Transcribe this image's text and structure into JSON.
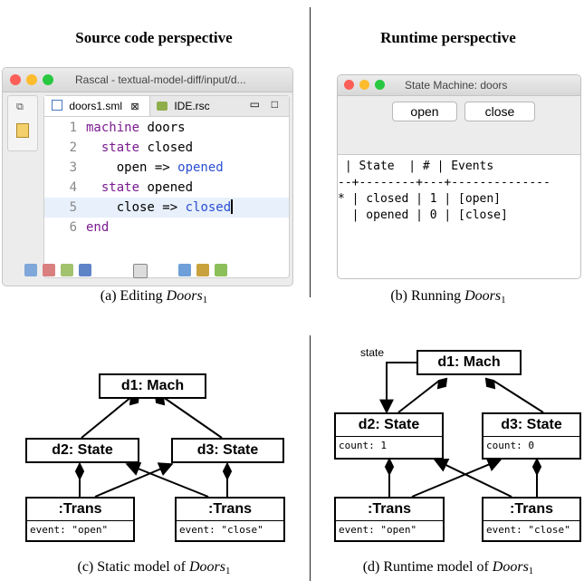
{
  "panels": {
    "left_title": "Source code perspective",
    "right_title": "Runtime perspective"
  },
  "ide": {
    "window_title": "Rascal - textual-model-diff/input/d...",
    "tab_active": "doors1.sml",
    "tab_close_glyph": "⊠",
    "tab_inactive": "IDE.rsc",
    "code_lines": [
      {
        "n": "1",
        "kw": "machine",
        "rest": " doors",
        "ref": ""
      },
      {
        "n": "2",
        "kw": "  state",
        "rest": " closed",
        "ref": ""
      },
      {
        "n": "3",
        "kw": "",
        "rest": "    open =>",
        "ref": " opened"
      },
      {
        "n": "4",
        "kw": "  state",
        "rest": " opened",
        "ref": ""
      },
      {
        "n": "5",
        "kw": "",
        "rest": "    close =>",
        "ref": " closed"
      },
      {
        "n": "6",
        "kw": "end",
        "rest": "",
        "ref": ""
      }
    ],
    "colors": {
      "keyword": "#7a1b8f",
      "reference": "#2a4fd4",
      "highlight": "#e8f0fb"
    }
  },
  "runtime": {
    "window_title": "State Machine: doors",
    "buttons": [
      "open",
      "close"
    ],
    "table": [
      " | State  | # | Events",
      "--+--------+---+--------------",
      "* | closed | 1 | [open]",
      "  | opened | 0 | [close]"
    ]
  },
  "captions": {
    "a": {
      "prefix": "(a) Editing ",
      "name": "Doors",
      "sub": "1"
    },
    "b": {
      "prefix": "(b) Running ",
      "name": "Doors",
      "sub": "1"
    },
    "c": {
      "prefix": "(c) Static model of ",
      "name": "Doors",
      "sub": "1"
    },
    "d": {
      "prefix": "(d) Runtime model of ",
      "name": "Doors",
      "sub": "1"
    }
  },
  "static_model": {
    "mach": "d1: Mach",
    "state_left": "d2: State",
    "state_right": "d3: State",
    "trans_left": ":Trans",
    "trans_left_event": "event: \"open\"",
    "trans_right": ":Trans",
    "trans_right_event": "event: \"close\""
  },
  "runtime_model": {
    "state_label": "state",
    "mach": "d1: Mach",
    "state_left": "d2: State",
    "state_left_count": "count: 1",
    "state_right": "d3: State",
    "state_right_count": "count: 0",
    "trans_left": ":Trans",
    "trans_left_event": "event: \"open\"",
    "trans_right": ":Trans",
    "trans_right_event": "event: \"close\""
  }
}
